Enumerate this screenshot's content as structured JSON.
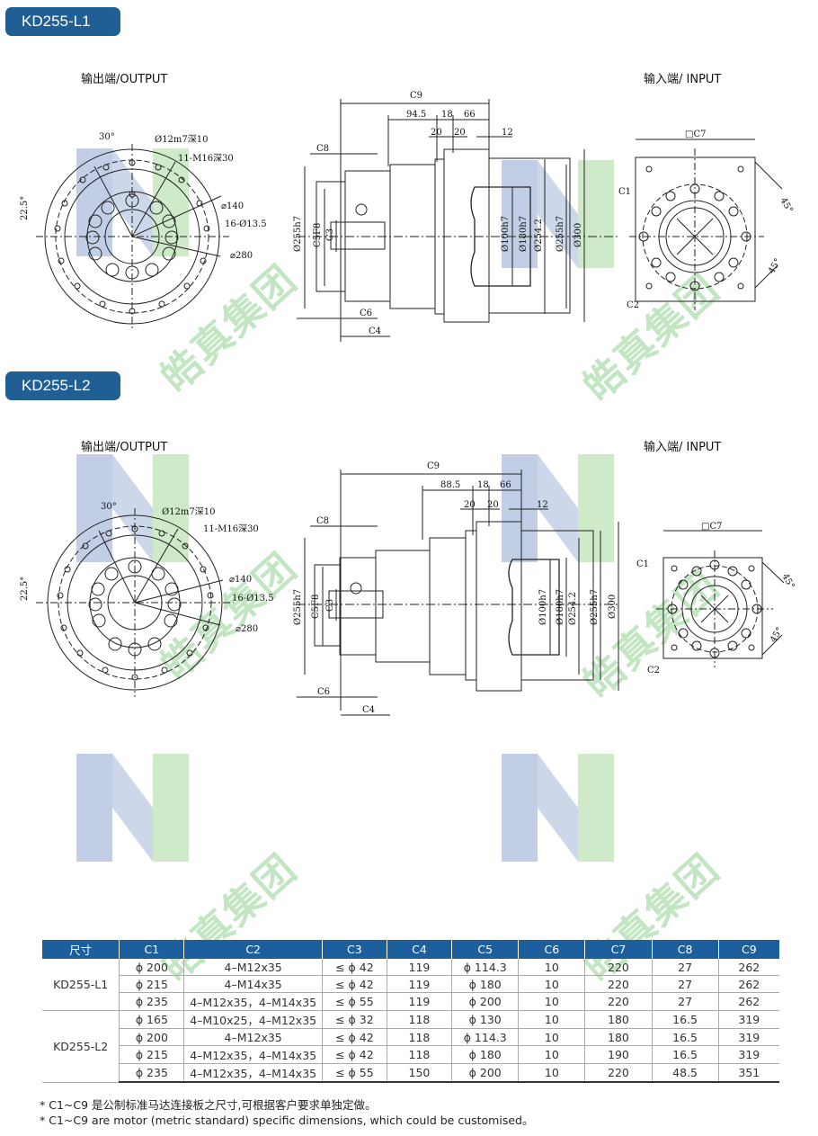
{
  "sections": {
    "l1": {
      "title": "KD255-L1",
      "output_label": "输出端/OUTPUT",
      "input_label": "输入端/ INPUT"
    },
    "l2": {
      "title": "KD255-L2",
      "output_label": "输出端/OUTPUT",
      "input_label": "输入端/ INPUT"
    }
  },
  "l1_drawing": {
    "output": {
      "angle1": "30°",
      "angle2": "22.5°",
      "hole1": "Ø12m7深10",
      "hole2": "11-M16深30",
      "d140": "⌀140",
      "holes16": "16-Ø13.5",
      "d280": "⌀280"
    },
    "side": {
      "C9": "C9",
      "d945": "94.5",
      "d18": "18",
      "d66": "66",
      "d20a": "20",
      "d20b": "20",
      "d12": "12",
      "C8": "C8",
      "C6": "C6",
      "C4": "C4",
      "C5": "C5F8",
      "C3": "C3",
      "d255a": "Ø255h7",
      "d100": "Ø100h7",
      "d180": "Ø180h7",
      "d2542": "Ø254.2",
      "d255b": "Ø255h7",
      "d300": "Ø300"
    },
    "input": {
      "C7": "□C7",
      "C1": "C1",
      "C2": "C2",
      "a45a": "45°",
      "a45b": "45°"
    }
  },
  "l2_drawing": {
    "output": {
      "angle1": "30°",
      "angle2": "22.5°",
      "hole1": "Ø12m7深10",
      "hole2": "11-M16深30",
      "d140": "⌀140",
      "holes16": "16-Ø13.5",
      "d280": "⌀280"
    },
    "side": {
      "C9": "C9",
      "d885": "88.5",
      "d18": "18",
      "d66": "66",
      "d20a": "20",
      "d20b": "20",
      "d12": "12",
      "C8": "C8",
      "C6": "C6",
      "C4": "C4",
      "C5": "C5F8",
      "C3": "C3",
      "d255a": "Ø255h7",
      "d100": "Ø100h7",
      "d180": "Ø180h7",
      "d2542": "Ø254.2",
      "d255b": "Ø255h7",
      "d300": "Ø300"
    },
    "input": {
      "C7": "□C7",
      "C1": "C1",
      "C2": "C2",
      "a45a": "45°",
      "a45b": "45°"
    }
  },
  "watermark": {
    "text": "皓真集团"
  },
  "table": {
    "headers": [
      "尺寸",
      "C1",
      "C2",
      "C3",
      "C4",
      "C5",
      "C6",
      "C7",
      "C8",
      "C9"
    ],
    "groups": [
      {
        "model": "KD255-L1",
        "rows": [
          [
            "ϕ 200",
            "4–M12x35",
            "≤ ϕ 42",
            "119",
            "ϕ 114.3",
            "10",
            "220",
            "27",
            "262"
          ],
          [
            "ϕ 215",
            "4–M14x35",
            "≤ ϕ 42",
            "119",
            "ϕ 180",
            "10",
            "220",
            "27",
            "262"
          ],
          [
            "ϕ 235",
            "4–M12x35，4–M14x35",
            "≤ ϕ 55",
            "119",
            "ϕ 200",
            "10",
            "220",
            "27",
            "262"
          ]
        ]
      },
      {
        "model": "KD255-L2",
        "rows": [
          [
            "ϕ 165",
            "4–M10x25，4–M12x35",
            "≤ ϕ 32",
            "118",
            "ϕ 130",
            "10",
            "180",
            "16.5",
            "319"
          ],
          [
            "ϕ 200",
            "4–M12x35",
            "≤ ϕ 42",
            "118",
            "ϕ 114.3",
            "10",
            "180",
            "16.5",
            "319"
          ],
          [
            "ϕ 215",
            "4–M12x35，4–M14x35",
            "≤ ϕ 42",
            "118",
            "ϕ 180",
            "10",
            "190",
            "16.5",
            "319"
          ],
          [
            "ϕ 235",
            "4–M12x35，4–M14x35",
            "≤ ϕ 55",
            "150",
            "ϕ 200",
            "10",
            "220",
            "48.5",
            "351"
          ]
        ]
      }
    ]
  },
  "notes": {
    "cn": "* C1~C9  是公制标准马达连接板之尺寸,可根据客户要求单独定做。",
    "en": "* C1~C9  are motor (metric standard) specific dimensions, which could be customised。"
  }
}
